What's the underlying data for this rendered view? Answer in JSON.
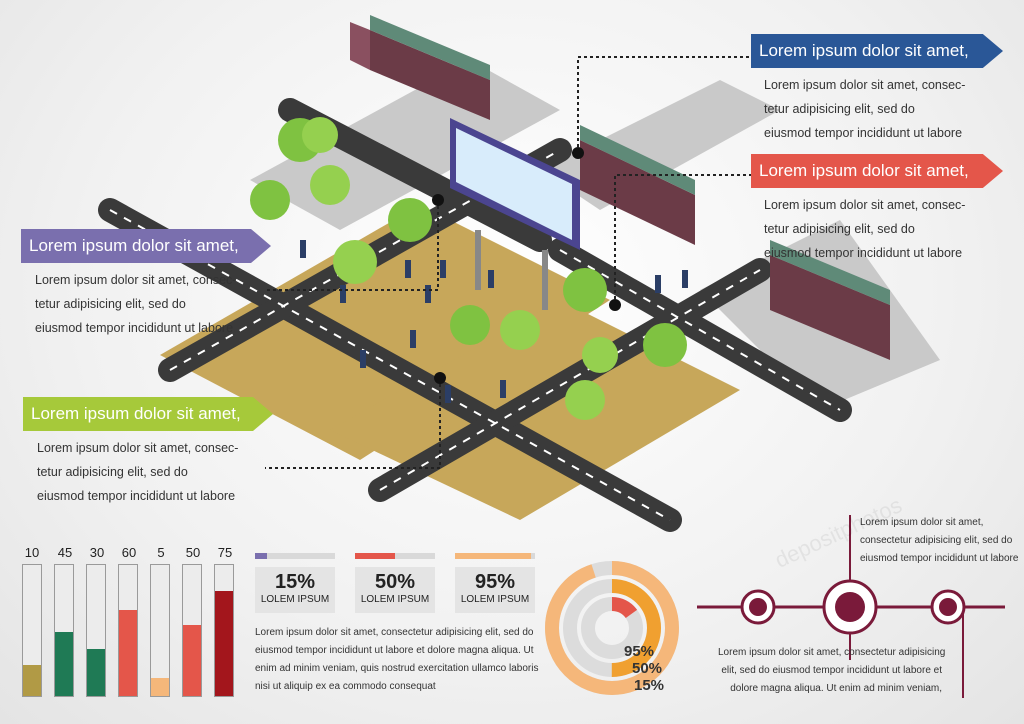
{
  "callouts": [
    {
      "title": "Lorem ipsum dolor sit amet,",
      "color": "#2a5797",
      "lines": [
        "Lorem ipsum dolor sit amet, consec-",
        "tetur adipisicing elit, sed do",
        "eiusmod tempor incididunt ut labore"
      ]
    },
    {
      "title": "Lorem ipsum dolor sit amet,",
      "color": "#e4564a",
      "lines": [
        "Lorem ipsum dolor sit amet, consec-",
        "tetur adipisicing elit, sed do",
        "eiusmod tempor incididunt ut labore"
      ]
    },
    {
      "title": "Lorem ipsum dolor sit amet,",
      "color": "#7a6fae",
      "lines": [
        "Lorem ipsum dolor sit amet, consec-",
        "tetur adipisicing elit, sed do",
        "eiusmod tempor incididunt ut labore"
      ]
    },
    {
      "title": "Lorem ipsum dolor sit amet,",
      "color": "#a6c93a",
      "lines": [
        "Lorem ipsum dolor sit amet, consec-",
        "tetur adipisicing elit, sed do",
        "eiusmod tempor incididunt ut labore"
      ]
    }
  ],
  "bars": [
    {
      "value": "10",
      "level": 0.24,
      "color": "#b19a45"
    },
    {
      "value": "45",
      "level": 0.49,
      "color": "#1f7a55"
    },
    {
      "value": "30",
      "level": 0.36,
      "color": "#1f7a55"
    },
    {
      "value": "60",
      "level": 0.66,
      "color": "#e4564a"
    },
    {
      "value": "5",
      "level": 0.14,
      "color": "#f5b77a"
    },
    {
      "value": "50",
      "level": 0.54,
      "color": "#e4564a"
    },
    {
      "value": "75",
      "level": 0.8,
      "color": "#a3161c"
    }
  ],
  "stats": [
    {
      "value": "15%",
      "label": "LOLEM IPSUM",
      "progress": 0.15,
      "color": "#7a6fae"
    },
    {
      "value": "50%",
      "label": "LOLEM IPSUM",
      "progress": 0.5,
      "color": "#e4564a"
    },
    {
      "value": "95%",
      "label": "LOLEM IPSUM",
      "progress": 0.95,
      "color": "#f5b77a"
    }
  ],
  "stats_text": [
    "Lorem ipsum dolor sit amet, consectetur adipisicing elit, sed do",
    "eiusmod tempor incididunt ut labore et dolore magna aliqua. Ut",
    "enim ad minim veniam, quis nostrud exercitation ullamco laboris",
    "nisi ut aliquip ex ea commodo consequat"
  ],
  "donut": {
    "labels": [
      "95%",
      "50%",
      "15%"
    ],
    "rings": [
      {
        "value": 0.95,
        "color": "#f5b77a"
      },
      {
        "value": 0.5,
        "color": "#f0a030"
      },
      {
        "value": 0.15,
        "color": "#e4564a"
      }
    ]
  },
  "timeline": {
    "top_text": [
      "Lorem ipsum dolor sit amet,",
      "consectetur adipisicing elit, sed do",
      "eiusmod tempor incididunt ut labore"
    ],
    "bottom_text": [
      "Lorem ipsum dolor sit amet, consectetur adipisicing",
      "elit, sed do eiusmod tempor incididunt ut labore et",
      "dolore magna aliqua. Ut enim ad minim veniam,"
    ],
    "color": "#7a1a3a"
  },
  "watermark": "depositphotos"
}
